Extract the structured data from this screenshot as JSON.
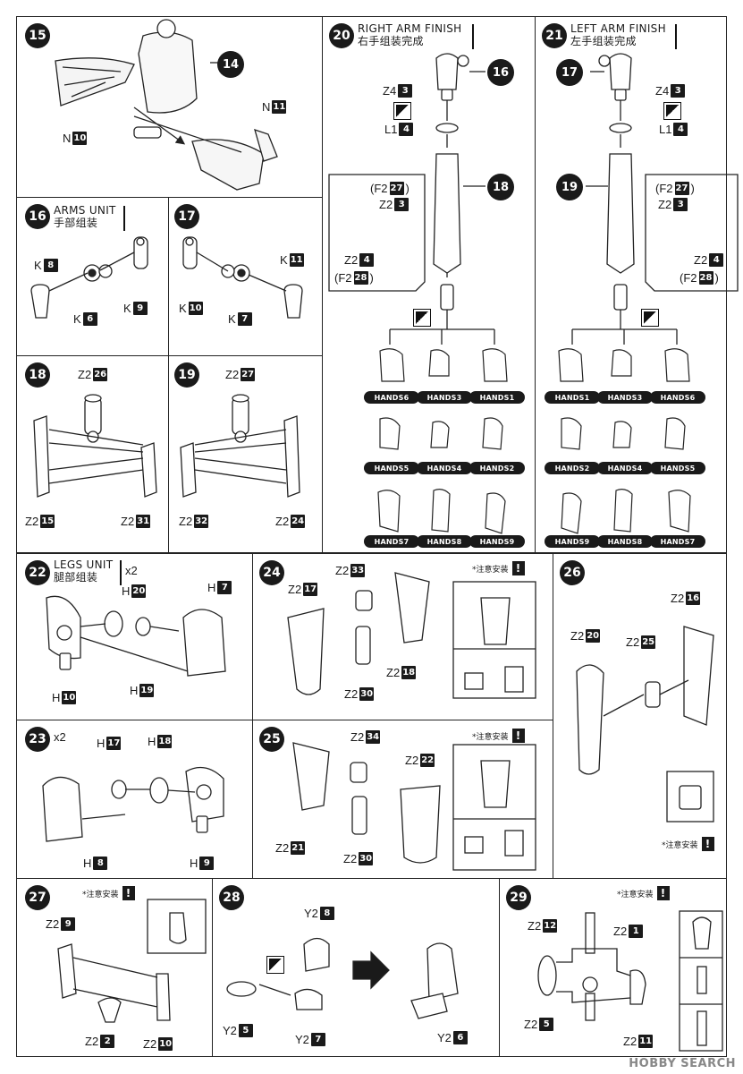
{
  "steps": {
    "s15": {
      "no": "15",
      "labels": {
        "p14": "14",
        "n10": "N",
        "n10v": "10",
        "n11": "N",
        "n11v": "11"
      }
    },
    "s16": {
      "no": "16",
      "title_en": "ARMS UNIT",
      "title_cn": "手部组装",
      "k8": "8",
      "k6": "6",
      "k9": "9"
    },
    "s17": {
      "no": "17",
      "k11": "11",
      "k10": "10",
      "k7": "7"
    },
    "s18": {
      "no": "18",
      "z26": "26",
      "z15": "15",
      "z31": "31"
    },
    "s19": {
      "no": "19",
      "z27": "27",
      "z32": "32",
      "z24": "24"
    },
    "s20": {
      "no": "20",
      "title_en": "RIGHT ARM FINISH",
      "title_cn": "右手组装完成",
      "p16": "16",
      "p18": "18",
      "z4": "3",
      "l1": "4",
      "f2a": "27",
      "z2a": "3",
      "z2b": "4",
      "f2b": "28"
    },
    "s21": {
      "no": "21",
      "title_en": "LEFT ARM FINISH",
      "title_cn": "左手组装完成",
      "p17": "17",
      "p19": "19",
      "z4": "3",
      "l1": "4",
      "f2a": "27",
      "z2a": "3",
      "z2b": "4",
      "f2b": "28"
    },
    "s22": {
      "no": "22",
      "title_en": "LEGS UNIT",
      "title_cn": "腿部组装",
      "times": "x2",
      "h20": "20",
      "h7": "7",
      "h10": "10",
      "h19": "19"
    },
    "s23": {
      "no": "23",
      "times": "x2",
      "h17": "17",
      "h18": "18",
      "h8": "8",
      "h9": "9"
    },
    "s24": {
      "no": "24",
      "z33": "33",
      "z17": "17",
      "z18": "18",
      "z30": "30",
      "warn": "*注意安装"
    },
    "s25": {
      "no": "25",
      "z34": "34",
      "z22": "22",
      "z21": "21",
      "z30": "30",
      "warn": "*注意安装"
    },
    "s26": {
      "no": "26",
      "z16": "16",
      "z20": "20",
      "z25": "25",
      "warn": "*注意安装"
    },
    "s27": {
      "no": "27",
      "z9": "9",
      "z2": "2",
      "z10": "10",
      "warn": "*注意安装"
    },
    "s28": {
      "no": "28",
      "y8": "8",
      "y5": "5",
      "y7": "7",
      "y6": "6"
    },
    "s29": {
      "no": "29",
      "z12": "12",
      "z1": "1",
      "z5": "5",
      "z11": "11",
      "warn": "*注意安装"
    }
  },
  "prefixes": {
    "z2": "Z2",
    "z4": "Z4",
    "l1": "L1",
    "k": "K",
    "h": "H",
    "y2": "Y2",
    "f2": "(F2",
    "close": ")"
  },
  "hands_right": [
    [
      "HANDS6",
      "HANDS3",
      "HANDS1"
    ],
    [
      "HANDS5",
      "HANDS4",
      "HANDS2"
    ],
    [
      "HANDS7",
      "HANDS8",
      "HANDS9"
    ]
  ],
  "hands_left": [
    [
      "HANDS1",
      "HANDS3",
      "HANDS6"
    ],
    [
      "HANDS2",
      "HANDS4",
      "HANDS5"
    ],
    [
      "HANDS9",
      "HANDS8",
      "HANDS7"
    ]
  ],
  "watermark": "HOBBY SEARCH"
}
